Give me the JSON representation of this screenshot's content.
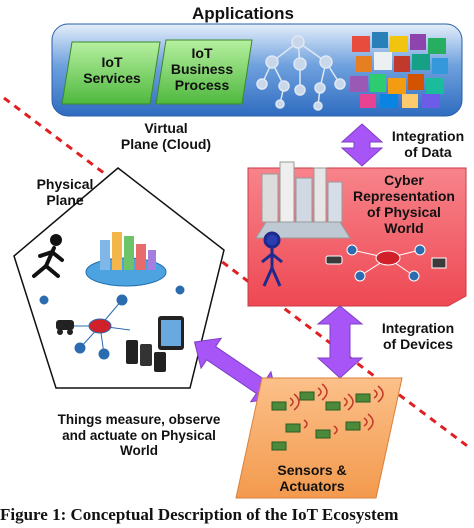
{
  "applications": {
    "title": "Applications",
    "iot_services": "IoT\nServices",
    "iot_business_process": "IoT\nBusiness\nProcess"
  },
  "virtual_plane": "Virtual\nPlane (Cloud)",
  "physical_plane": "Physical\nPlane",
  "integration_data": "Integration\nof Data",
  "cyber_representation": "Cyber\nRepresentation\nof Physical\nWorld",
  "integration_devices": "Integration\nof Devices",
  "things_text": "Things measure, observe\nand actuate on Physical\nWorld",
  "sensors_actuators": "Sensors &\nActuators",
  "caption": "Figure 1: Conceptual Description of the IoT Ecosystem",
  "colors": {
    "app_panel": "#3d7fd0",
    "app_panel_light": "#b8d3f0",
    "card_green": "#7fd66a",
    "cyber_box": "#f25c66",
    "sensor_box": "#f7a862",
    "arrow_purple": "#a855f7",
    "divider_red": "#e02020"
  }
}
